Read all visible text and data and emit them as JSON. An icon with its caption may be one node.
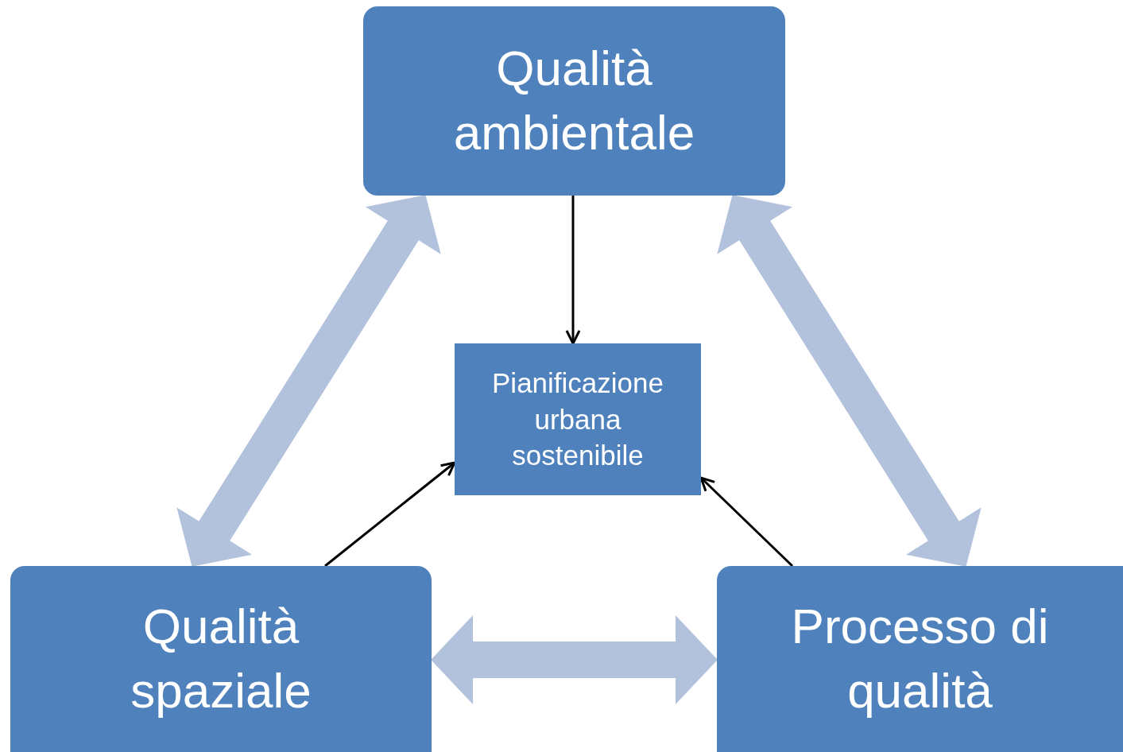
{
  "diagram": {
    "nodes": [
      {
        "text": [
          "Qualità ambientale"
        ]
      },
      {
        "text": [
          "Pianificazione urbana sostenibile"
        ]
      },
      {
        "text": [
          "Qualità spaziale"
        ]
      },
      {
        "text": [
          "Processo di qualità"
        ]
      }
    ],
    "edges": [
      {
        "from": 0,
        "to": 1,
        "arrow": "to"
      },
      {
        "from": 2,
        "to": 1,
        "arrow": "to"
      },
      {
        "from": 3,
        "to": 1,
        "arrow": "to"
      },
      {
        "from": 0,
        "to": 2,
        "arrow": "both",
        "style": "thick",
        "color": "#b3c2dc"
      },
      {
        "from": 0,
        "to": 3,
        "arrow": "both",
        "style": "thick",
        "color": "#b3c2dc"
      },
      {
        "from": 2,
        "to": 3,
        "arrow": "both",
        "style": "thick",
        "color": "#b3c2dc"
      }
    ]
  }
}
